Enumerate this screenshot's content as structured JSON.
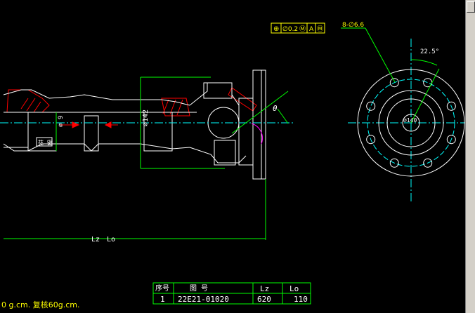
{
  "tolerance_frame": {
    "symbol": "⊕",
    "value": "∅0.2",
    "modifier": "Ⓜ",
    "datum": "A",
    "datum_modifier": "Ⓜ"
  },
  "bolt_callout": "8-∅6.6",
  "angle_label": "22.5°",
  "theta_label": "θ",
  "dia_label_main": "∅142",
  "dia_label_flange": "∅140",
  "left_dim_label": "∅ 9",
  "left_box_label": "花 键",
  "bottom_dims": {
    "lz": "Lz",
    "lo": "Lo"
  },
  "table": {
    "headers": [
      "序号",
      "图    号",
      "Lz",
      "Lo"
    ],
    "rows": [
      [
        "1",
        "22E21-01020",
        "620",
        "110"
      ]
    ]
  },
  "status_text": "0  g.cm.  复核60g.cm.",
  "colors": {
    "background": "#000000",
    "outline": "#ffffff",
    "dimension": "#00ff00",
    "hatch": "#ff0000",
    "centerline": "#00ffff",
    "annotation": "#ffff00",
    "accent": "#ff00ff"
  }
}
